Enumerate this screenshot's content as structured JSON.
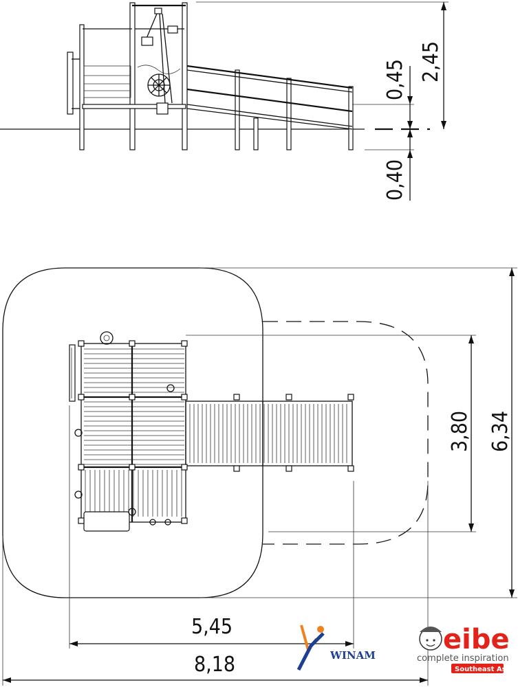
{
  "dimensions": {
    "total_height": "2,45",
    "platform_height": "0,45",
    "foundation_depth": "0,40",
    "width_inner": "3,80",
    "width_outer": "6,34",
    "length_inner": "5,45",
    "length_outer": "8,18"
  },
  "logos": {
    "eibe": {
      "word": "eibe",
      "tagline": "complete inspiration",
      "region": "Southeast Asia",
      "color": "#e2231a"
    },
    "winam": {
      "word": "WINAM",
      "color": "#1d3f91",
      "accent": "#f0821e"
    }
  }
}
